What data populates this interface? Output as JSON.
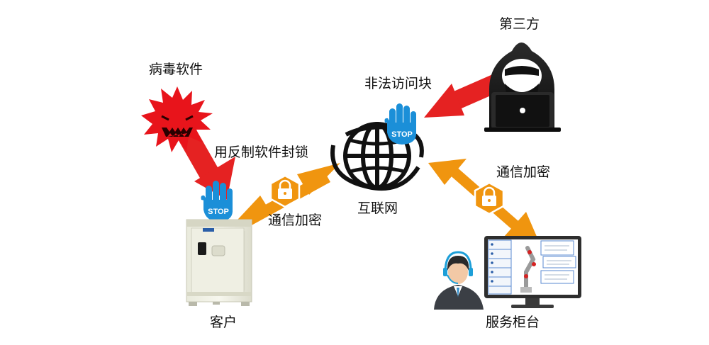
{
  "labels": {
    "third_party": "第三方",
    "illegal_access_block": "非法访问块",
    "virus": "病毒软件",
    "antivirus_block": "用反制软件封锁",
    "encrypted_left": "通信加密",
    "internet": "互联网",
    "encrypted_right": "通信加密",
    "customer": "客户",
    "service_desk": "服务柜台"
  },
  "stop_sign_text": "STOP",
  "colors": {
    "threat_arrow": "#e52222",
    "encrypted_arrow": "#f0950f",
    "stop_hand": "#1b8fd8",
    "virus": "#e8141b",
    "lock_badge": "#f0950f"
  },
  "icons": [
    "virus-icon",
    "hacker-icon",
    "globe-icon",
    "controller-cabinet-icon",
    "operator-icon",
    "monitor-icon",
    "stop-hand-icon",
    "lock-icon"
  ]
}
